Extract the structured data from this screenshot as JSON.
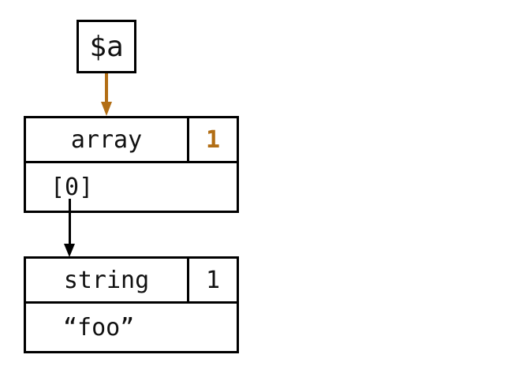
{
  "colors": {
    "accent": "#b26e15",
    "line": "#000000",
    "background": "#ffffff"
  },
  "variable": {
    "label": "$a"
  },
  "array_node": {
    "type_label": "array",
    "refcount": "1",
    "key_label": "[0]"
  },
  "string_node": {
    "type_label": "string",
    "refcount": "1",
    "value_label": "“foo”"
  }
}
